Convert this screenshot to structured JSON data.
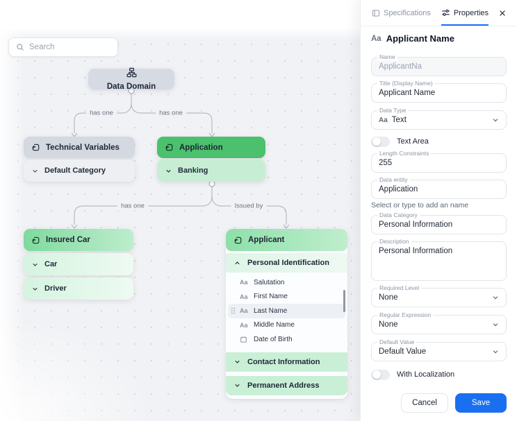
{
  "canvas": {
    "search_placeholder": "Search",
    "edge_labels": [
      "has one",
      "has one",
      "has one",
      "Issued by"
    ],
    "data_domain": {
      "title": "Data Domain"
    },
    "technical_variables": {
      "title": "Technical Variables",
      "rows": [
        {
          "label": "Default Category"
        }
      ]
    },
    "application": {
      "title": "Application",
      "rows": [
        {
          "label": "Banking"
        }
      ]
    },
    "insured_car": {
      "title": "Insured Car",
      "rows": [
        {
          "label": "Car"
        },
        {
          "label": "Driver"
        }
      ]
    },
    "applicant": {
      "title": "Applicant",
      "open_category": "Personal Identification",
      "attributes": [
        {
          "icon": "text",
          "label": "Salutation"
        },
        {
          "icon": "text",
          "label": "First Name"
        },
        {
          "icon": "text",
          "label": "Last Name"
        },
        {
          "icon": "text",
          "label": "Middle Name"
        },
        {
          "icon": "calendar",
          "label": "Date of Birth"
        }
      ],
      "closed_categories": [
        {
          "label": "Contact Information"
        },
        {
          "label": "Permanent Address"
        }
      ]
    }
  },
  "panel": {
    "tabs": {
      "specifications": "Specifications",
      "properties": "Properties"
    },
    "title_prefix": "Aa",
    "title": "Applicant Name",
    "name": {
      "label": "Name",
      "value": "ApplicantNa"
    },
    "display_name": {
      "label": "Title (Display Name)",
      "value": "Applicant Name"
    },
    "data_type": {
      "label": "Data Type",
      "prefix": "Aa",
      "value": "Text"
    },
    "text_area": {
      "label": "Text Area",
      "state": "off"
    },
    "length": {
      "label": "Length Constraints",
      "value": "255"
    },
    "data_entity": {
      "label": "Data entity",
      "value": "Application"
    },
    "helper": "Select or type to add an name",
    "data_category": {
      "label": "Data Category",
      "value": "Personal Information"
    },
    "description": {
      "label": "Description",
      "value": "Personal Information"
    },
    "required_level": {
      "label": "Required Level",
      "value": "None"
    },
    "regular_expression": {
      "label": "Regular Expression",
      "value": "None"
    },
    "default_value": {
      "label": "Default Value",
      "value": "Default Value"
    },
    "localization": {
      "label": "With Localization",
      "state": "off"
    },
    "cancel_label": "Cancel",
    "save_label": "Save"
  },
  "colors": {
    "accent": "#1a6ff0",
    "green": "#4bc16d",
    "green_light": "#c7eed4",
    "canvas_bg": "#f1f2f5"
  }
}
